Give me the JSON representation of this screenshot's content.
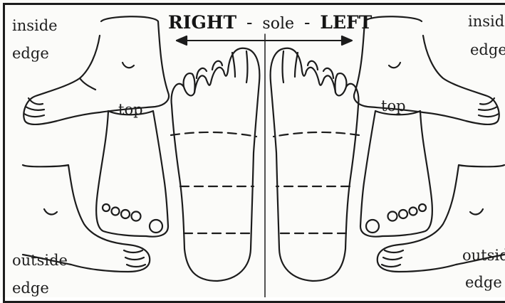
{
  "title": {
    "right": "RIGHT",
    "dash1": "-",
    "middle": "sole",
    "dash2": "-",
    "left": "LEFT"
  },
  "labels": {
    "tl_inside": "inside",
    "tl_edge": "edge",
    "tl_top": "top",
    "bl_outside": "outside",
    "bl_edge": "edge",
    "tr_inside": "inside",
    "tr_edge": "edge",
    "tr_top": "top",
    "br_outside": "outside",
    "br_edge": "edge"
  },
  "colors": {
    "ink": "#1c1c1c",
    "paper": "#fbfbf9"
  }
}
